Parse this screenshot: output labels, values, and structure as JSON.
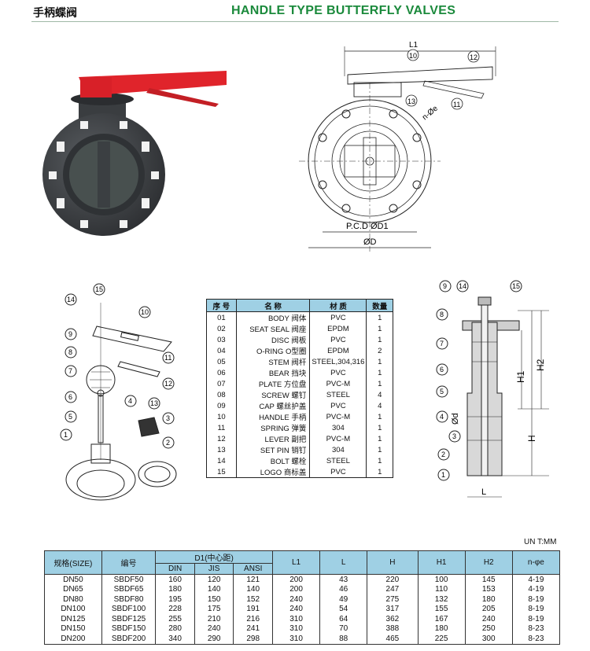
{
  "header": {
    "title_cn": "手柄蝶阀",
    "title_en": "HANDLE TYPE BUTTERFLY VALVES"
  },
  "drawing_labels": {
    "l1": "L1",
    "pcd": "P.C.D ØD1",
    "od": "ØD",
    "ne": "n-Øe",
    "callouts_top": [
      "10",
      "12",
      "13",
      "11"
    ],
    "exploded_callouts": [
      "15",
      "14",
      "10",
      "9",
      "8",
      "11",
      "7",
      "12",
      "4",
      "13",
      "6",
      "5",
      "3",
      "1",
      "2"
    ],
    "section_callouts": [
      "9",
      "14",
      "15",
      "8",
      "7",
      "6",
      "5",
      "4",
      "3",
      "2",
      "1"
    ],
    "h1": "H1",
    "h2": "H2",
    "h": "H",
    "l": "L",
    "od_small": "Ød"
  },
  "parts_table": {
    "headers": [
      "序 号",
      "名 称",
      "材 质",
      "数量"
    ],
    "rows": [
      [
        "01",
        "BODY 阀体",
        "PVC",
        "1"
      ],
      [
        "02",
        "SEAT SEAL 阀座",
        "EPDM",
        "1"
      ],
      [
        "03",
        "DISC 阀板",
        "PVC",
        "1"
      ],
      [
        "04",
        "O-RING O型圈",
        "EPDM",
        "2"
      ],
      [
        "05",
        "STEM 阀杆",
        "STEEL,304,316",
        "1"
      ],
      [
        "06",
        "BEAR 挡块",
        "PVC",
        "1"
      ],
      [
        "07",
        "PLATE 方位盘",
        "PVC-M",
        "1"
      ],
      [
        "08",
        "SCREW 螺钉",
        "STEEL",
        "4"
      ],
      [
        "09",
        "CAP 螺丝护盖",
        "PVC",
        "4"
      ],
      [
        "10",
        "HANDLE 手柄",
        "PVC-M",
        "1"
      ],
      [
        "11",
        "SPRING 弹簧",
        "304",
        "1"
      ],
      [
        "12",
        "LEVER 副把",
        "PVC-M",
        "1"
      ],
      [
        "13",
        "SET PIN 销钉",
        "304",
        "1"
      ],
      [
        "14",
        "BOLT 螺栓",
        "STEEL",
        "1"
      ],
      [
        "15",
        "LOGO 商标盖",
        "PVC",
        "1"
      ]
    ]
  },
  "unit_label": "UN T:MM",
  "size_table": {
    "headers": {
      "size": "规格(SIZE)",
      "code": "编号",
      "d1_group": "D1(中心距)",
      "din": "DIN",
      "jis": "JIS",
      "ansi": "ANSI",
      "l1": "L1",
      "l": "L",
      "h": "H",
      "h1": "H1",
      "h2": "H2",
      "ne": "n-φe"
    },
    "rows": [
      [
        "DN50",
        "SBDF50",
        "160",
        "120",
        "121",
        "200",
        "43",
        "220",
        "100",
        "145",
        "4-19"
      ],
      [
        "DN65",
        "SBDF65",
        "180",
        "140",
        "140",
        "200",
        "46",
        "247",
        "110",
        "153",
        "4-19"
      ],
      [
        "DN80",
        "SBDF80",
        "195",
        "150",
        "152",
        "240",
        "49",
        "275",
        "132",
        "180",
        "8-19"
      ],
      [
        "DN100",
        "SBDF100",
        "228",
        "175",
        "191",
        "240",
        "54",
        "317",
        "155",
        "205",
        "8-19"
      ],
      [
        "DN125",
        "SBDF125",
        "255",
        "210",
        "216",
        "310",
        "64",
        "362",
        "167",
        "240",
        "8-19"
      ],
      [
        "DN150",
        "SBDF150",
        "280",
        "240",
        "241",
        "310",
        "70",
        "388",
        "180",
        "250",
        "8-23"
      ],
      [
        "DN200",
        "SBDF200",
        "340",
        "290",
        "298",
        "310",
        "88",
        "465",
        "225",
        "300",
        "8-23"
      ]
    ]
  },
  "colors": {
    "handle_red": "#e0242b",
    "body_dark": "#3a3d40",
    "title_green": "#1b8a3c",
    "table_header_blue": "#9fd0e4"
  }
}
